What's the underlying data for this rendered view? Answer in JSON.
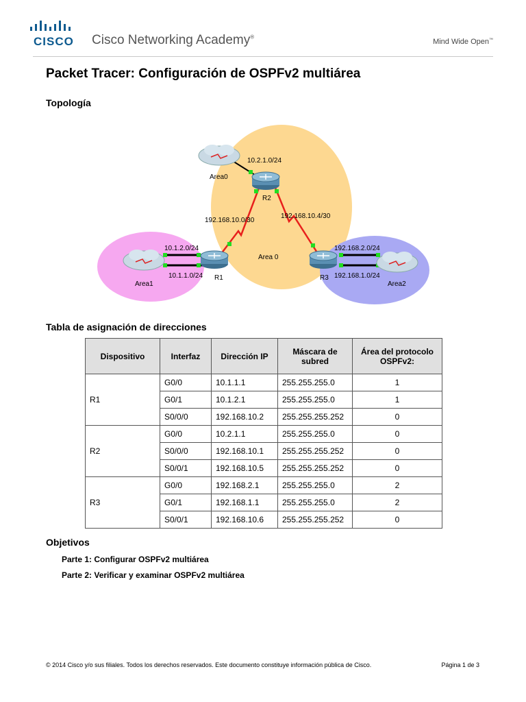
{
  "header": {
    "brand": "CISCO",
    "academy": "Cisco Networking Academy",
    "registered": "®",
    "tagline": "Mind Wide Open",
    "tagline_tm": "™"
  },
  "title": "Packet Tracer: Configuración de OSPFv2 multiárea",
  "topology": {
    "heading": "Topología",
    "areas": {
      "area0_cloud": "Area0",
      "area0_center": "Area 0",
      "area1": "Area1",
      "area2": "Area2"
    },
    "routers": [
      "R1",
      "R2",
      "R3"
    ],
    "networks": {
      "r2_lan": "10.2.1.0/24",
      "r1_r2": "192.168.10.0/30",
      "r2_r3": "192.168.10.4/30",
      "r1_lan_top": "10.1.2.0/24",
      "r1_lan_bottom": "10.1.1.0/24",
      "r3_lan_top": "192.168.2.0/24",
      "r3_lan_bottom": "192.168.1.0/24"
    },
    "colors": {
      "area0": "#fdd891",
      "area1": "#f6a8f0",
      "area2": "#a9a9f3",
      "link_serial": "#e8201c",
      "link_ethernet": "#000000",
      "port_up": "#22dd22"
    }
  },
  "addressing": {
    "heading": "Tabla de asignación de direcciones",
    "columns": [
      "Dispositivo",
      "Interfaz",
      "Dirección IP",
      "Máscara de subred",
      "Área del protocolo OSPFv2:"
    ],
    "devices": [
      {
        "name": "R1",
        "rows": [
          [
            "G0/0",
            "10.1.1.1",
            "255.255.255.0",
            "1"
          ],
          [
            "G0/1",
            "10.1.2.1",
            "255.255.255.0",
            "1"
          ],
          [
            "S0/0/0",
            "192.168.10.2",
            "255.255.255.252",
            "0"
          ]
        ]
      },
      {
        "name": "R2",
        "rows": [
          [
            "G0/0",
            "10.2.1.1",
            "255.255.255.0",
            "0"
          ],
          [
            "S0/0/0",
            "192.168.10.1",
            "255.255.255.252",
            "0"
          ],
          [
            "S0/0/1",
            "192.168.10.5",
            "255.255.255.252",
            "0"
          ]
        ]
      },
      {
        "name": "R3",
        "rows": [
          [
            "G0/0",
            "192.168.2.1",
            "255.255.255.0",
            "2"
          ],
          [
            "G0/1",
            "192.168.1.1",
            "255.255.255.0",
            "2"
          ],
          [
            "S0/0/1",
            "192.168.10.6",
            "255.255.255.252",
            "0"
          ]
        ]
      }
    ]
  },
  "objectives": {
    "heading": "Objetivos",
    "parts": [
      "Parte 1: Configurar OSPFv2 multiárea",
      "Parte 2: Verificar y examinar OSPFv2 multiárea"
    ]
  },
  "footer": {
    "copyright": "© 2014 Cisco y/o sus filiales. Todos los derechos reservados. Este documento constituye información pública de Cisco.",
    "page": "Página 1 de 3"
  }
}
